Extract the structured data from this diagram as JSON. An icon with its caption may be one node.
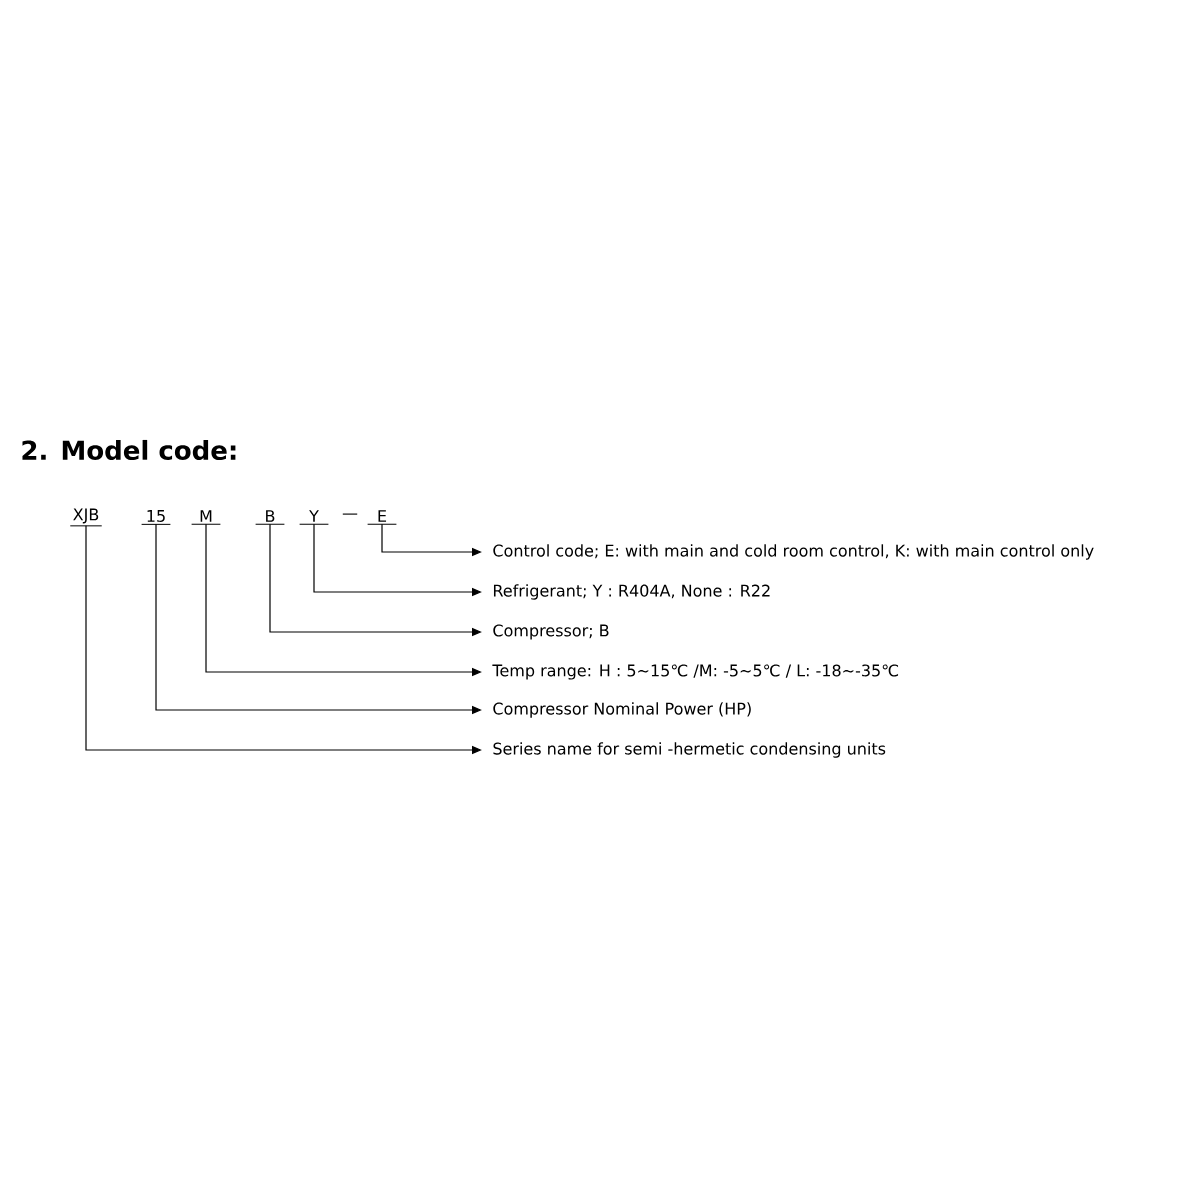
{
  "diagram": {
    "title": "2. Model code:",
    "nodes": [
      {
        "text": [
          "XJB"
        ]
      },
      {
        "text": [
          "15"
        ]
      },
      {
        "text": [
          "M"
        ]
      },
      {
        "text": [
          "B"
        ]
      },
      {
        "text": [
          "Y"
        ]
      },
      {
        "text": [
          "E"
        ]
      },
      {
        "text": [
          "Control code; E: with main and cold room control, K: with main control only"
        ]
      },
      {
        "text": [
          "Refrigerant; Y : R404A, None : R22"
        ]
      },
      {
        "text": [
          "Compressor; B"
        ]
      },
      {
        "text": [
          "Temp range: H : 5~15℃ /M: -5~5℃ / L: -18~-35℃"
        ]
      },
      {
        "text": [
          "Compressor Nominal Power (HP)"
        ]
      },
      {
        "text": [
          "Series name for semi -hermetic condensing units"
        ]
      }
    ],
    "edges": [
      {
        "from": 5,
        "to": 6,
        "arrow": "to"
      },
      {
        "from": 4,
        "to": 7,
        "arrow": "to"
      },
      {
        "from": 3,
        "to": 8,
        "arrow": "to"
      },
      {
        "from": 2,
        "to": 9,
        "arrow": "to"
      },
      {
        "from": 1,
        "to": 10,
        "arrow": "to"
      },
      {
        "from": 0,
        "to": 11,
        "arrow": "to"
      }
    ],
    "labels": [
      "—"
    ]
  }
}
